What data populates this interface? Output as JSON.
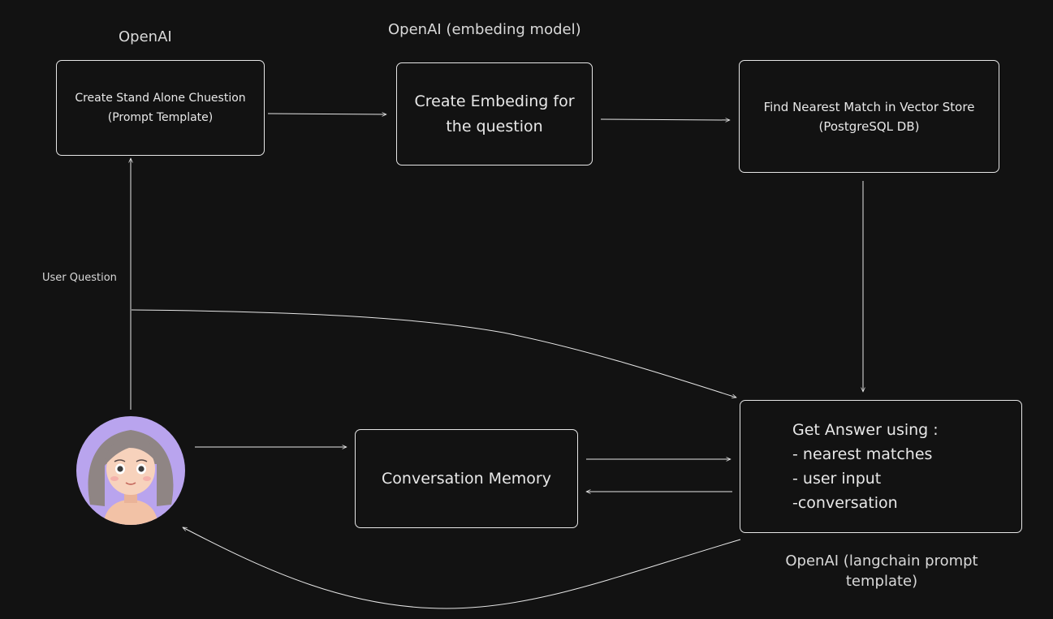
{
  "labels": {
    "openai_1": "OpenAI",
    "openai_2": "OpenAI (embeding model)",
    "user_question": "User Question",
    "openai_3_line1": "OpenAI (langchain prompt",
    "openai_3_line2": "template)"
  },
  "boxes": {
    "standalone": {
      "line1": "Create Stand Alone Chuestion",
      "line2": "(Prompt Template)"
    },
    "embedding": {
      "line1": "Create Embeding for",
      "line2": "the question"
    },
    "nearest": {
      "line1": "Find Nearest Match in Vector Store",
      "line2": "(PostgreSQL DB)"
    },
    "memory": {
      "line1": "Conversation Memory"
    },
    "answer": {
      "line1": "Get Answer using :",
      "line2": "- nearest matches",
      "line3": "- user input",
      "line4": "-conversation"
    }
  },
  "colors": {
    "background": "#121212",
    "stroke": "#e6e6e6",
    "avatar_bg": "#b9a4ee"
  }
}
